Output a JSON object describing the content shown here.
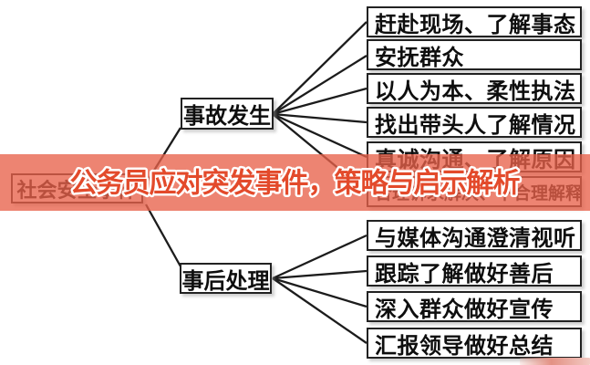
{
  "overlay": {
    "title": "公务员应对突发事件，策略与启示解析",
    "banner_color": "#e8614a",
    "title_fill": "#e34a2b",
    "title_outline": "#ffffff"
  },
  "diagram": {
    "root": {
      "label": "社会安全事件"
    },
    "branches": [
      {
        "label": "事故发生",
        "children": [
          "赶赴现场、了解事态",
          "安抚群众",
          "以人为本、柔性执法",
          "找出带头人了解情况",
          "真诚沟通、了解原因",
          "合理诉求解决、不合理解释"
        ]
      },
      {
        "label": "事后处理",
        "children": [
          "与媒体沟通澄清视听",
          "跟踪了解做好善后",
          "深入群众做好宣传",
          "汇报领导做好总结"
        ]
      }
    ]
  },
  "colors": {
    "background": "#ffffff",
    "box_border": "#222222",
    "box_text": "#0e0e0e",
    "connector": "#1c1c1c",
    "tinted_text_under_banner": "#ad4837"
  }
}
